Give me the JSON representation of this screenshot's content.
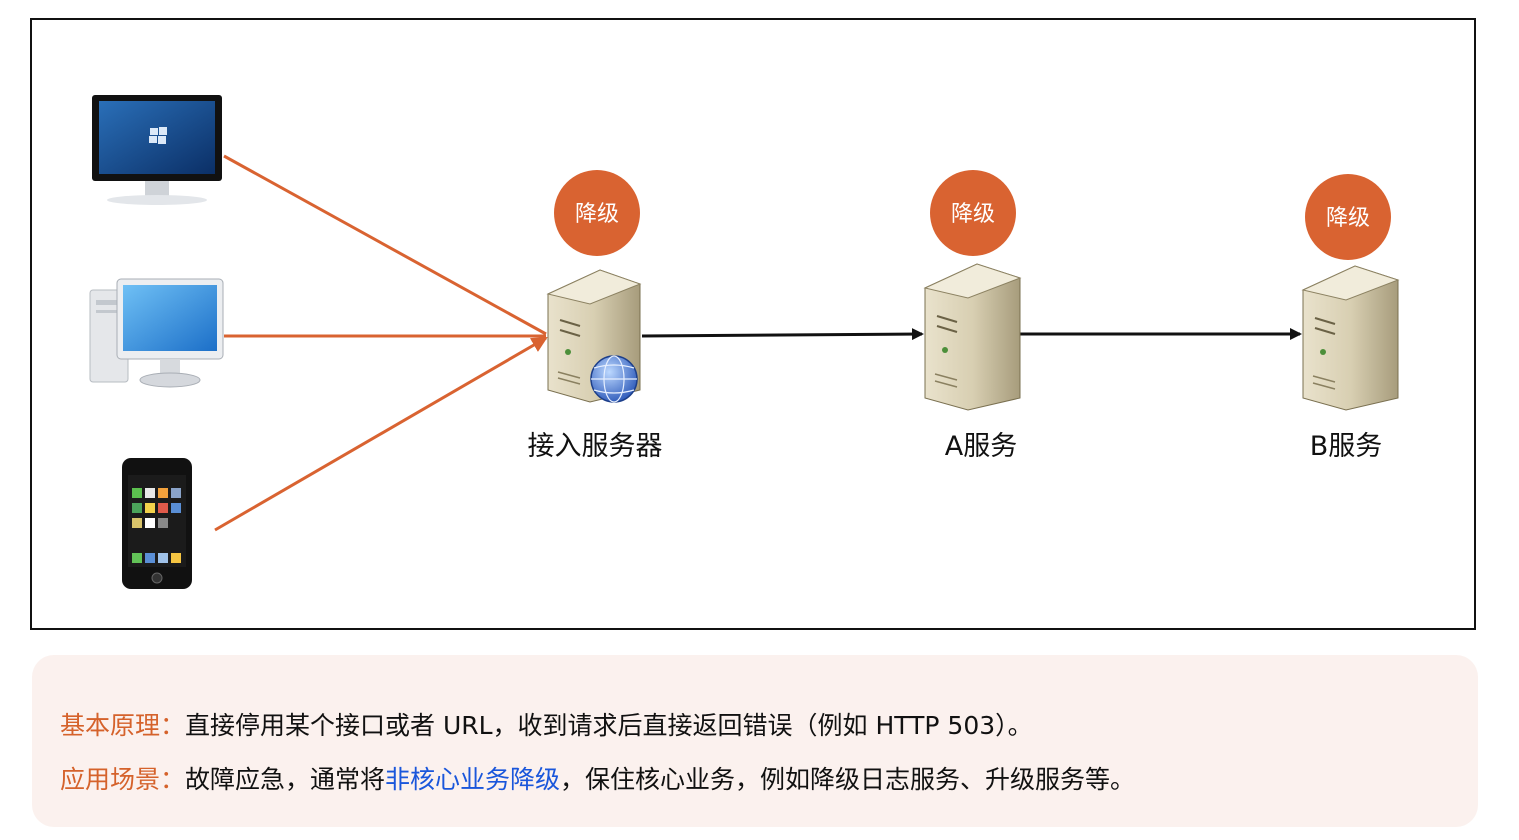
{
  "badges": {
    "access": "降级",
    "a": "降级",
    "b": "降级"
  },
  "nodes": {
    "access_server": "接入服务器",
    "service_a": "A服务",
    "service_b": "B服务"
  },
  "colors": {
    "accent": "#d96331",
    "highlight": "#1a56db",
    "note_bg": "#fbf1ee"
  },
  "clients": [
    "monitor-icon",
    "desktop-pc-icon",
    "smartphone-icon"
  ],
  "note": {
    "principle_label": "基本原理：",
    "principle_text": "直接停用某个接口或者 URL，收到请求后直接返回错误（例如 HTTP 503）。",
    "scenario_label": "应用场景：",
    "scenario_pre": "故障应急，通常将",
    "scenario_highlight": "非核心业务降级",
    "scenario_post": "，保住核心业务，例如降级日志服务、升级服务等。"
  }
}
